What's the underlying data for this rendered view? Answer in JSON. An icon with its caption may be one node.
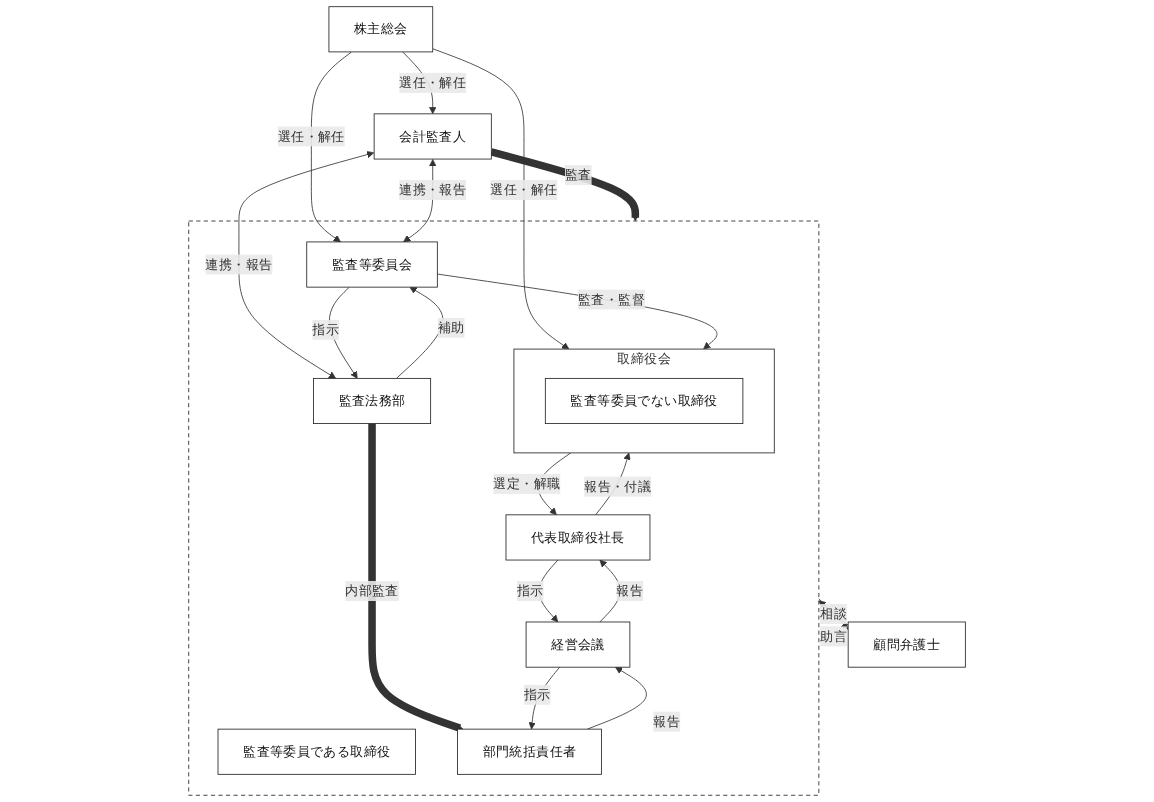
{
  "diagram": {
    "nodes": [
      {
        "text": [
          "株主総会"
        ]
      },
      {
        "text": [],
        "shape": "box"
      },
      {
        "text": [
          "会計監査人"
        ]
      },
      {
        "text": [
          "監査等委員会"
        ],
        "in": 1
      },
      {
        "text": [
          "監査等委員である取締役"
        ],
        "in": 1
      },
      {
        "text": [
          "取締役会"
        ],
        "in": 1
      },
      {
        "text": [
          "監査等委員でない取締役"
        ],
        "in": 5
      },
      {
        "text": [
          "監査法務部"
        ],
        "in": 1
      },
      {
        "text": [
          "代表取締役社長"
        ],
        "in": 1
      },
      {
        "text": [
          "経営会議"
        ],
        "in": 1
      },
      {
        "text": [
          "部門統括責任者"
        ],
        "in": 1
      },
      {
        "text": [
          "顧問弁護士"
        ]
      }
    ],
    "edges": [
      {
        "from": 0,
        "to": 2,
        "arrow": "to",
        "label": "選任・解任"
      },
      {
        "from": 0,
        "to": 3,
        "arrow": "to",
        "label": "選任・解任"
      },
      {
        "from": 0,
        "to": 5,
        "arrow": "to",
        "label": "選任・解任"
      },
      {
        "from": 2,
        "to": 3,
        "arrow": "both",
        "label": "連携・報告"
      },
      {
        "from": 2,
        "to": 7,
        "arrow": "both",
        "label": "連携・報告"
      },
      {
        "from": 2,
        "to": 1,
        "arrow": "to",
        "label": "監査",
        "style": "thick"
      },
      {
        "from": 3,
        "to": 5,
        "arrow": "to",
        "label": "監査・監督"
      },
      {
        "from": 3,
        "to": 7,
        "arrow": "to",
        "label": "指示"
      },
      {
        "from": 7,
        "to": 3,
        "arrow": "to",
        "label": "補助"
      },
      {
        "from": 5,
        "to": 8,
        "arrow": "to",
        "label": "選定・解職"
      },
      {
        "from": 8,
        "to": 5,
        "arrow": "to",
        "label": "報告・付議"
      },
      {
        "from": 7,
        "to": 10,
        "arrow": "to",
        "label": "内部監査",
        "style": "thick"
      },
      {
        "from": 8,
        "to": 9,
        "arrow": "to",
        "label": "指示"
      },
      {
        "from": 9,
        "to": 8,
        "arrow": "to",
        "label": "報告"
      },
      {
        "from": 9,
        "to": 10,
        "arrow": "to",
        "label": "指示"
      },
      {
        "from": 10,
        "to": 9,
        "arrow": "to",
        "label": "報告"
      },
      {
        "from": 1,
        "to": 11,
        "arrow": "to",
        "label": "相談"
      },
      {
        "from": 11,
        "to": 1,
        "arrow": "to",
        "label": "助言"
      }
    ]
  }
}
